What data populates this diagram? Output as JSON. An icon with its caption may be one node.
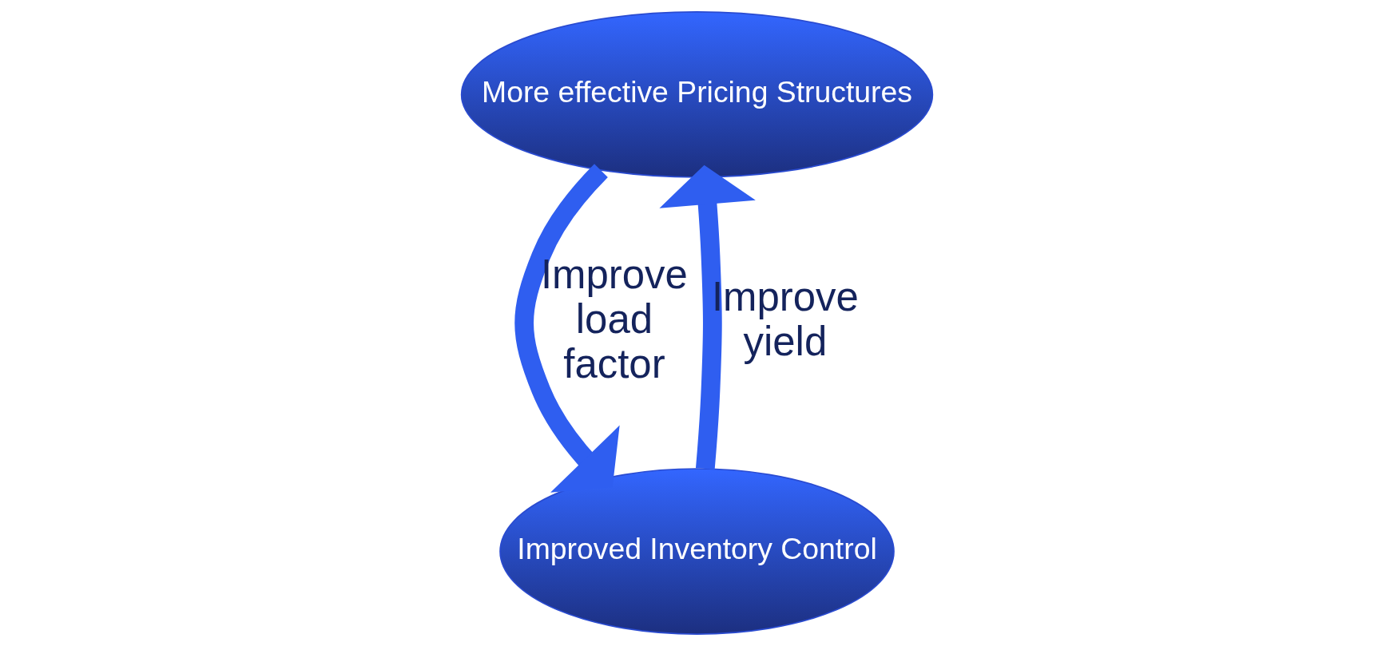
{
  "diagram": {
    "nodes": [
      {
        "text": [
          "More effective Pricing Structures"
        ]
      },
      {
        "text": [
          "Improved Inventory Control"
        ]
      }
    ],
    "edges": [
      {
        "from": 0,
        "to": 1,
        "arrow": "to",
        "label": "Improve load factor"
      },
      {
        "from": 1,
        "to": 0,
        "arrow": "to",
        "label": "Improve yield"
      }
    ]
  }
}
